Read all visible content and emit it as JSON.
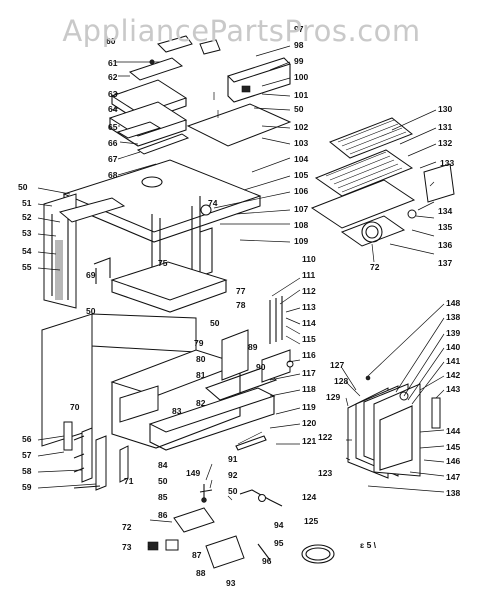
{
  "watermark": "AppliancePartsPros.com",
  "diagram_code": "ɛ 5 \\",
  "callouts": [
    {
      "id": "c60",
      "text": "60"
    },
    {
      "id": "c61",
      "text": "61"
    },
    {
      "id": "c62",
      "text": "62"
    },
    {
      "id": "c63",
      "text": "63"
    },
    {
      "id": "c64",
      "text": "64"
    },
    {
      "id": "c65",
      "text": "65"
    },
    {
      "id": "c66",
      "text": "66"
    },
    {
      "id": "c67",
      "text": "67"
    },
    {
      "id": "c68",
      "text": "68"
    },
    {
      "id": "c97",
      "text": "97"
    },
    {
      "id": "c98",
      "text": "98"
    },
    {
      "id": "c99",
      "text": "99"
    },
    {
      "id": "c100",
      "text": "100"
    },
    {
      "id": "c101",
      "text": "101"
    },
    {
      "id": "c50a",
      "text": "50"
    },
    {
      "id": "c102",
      "text": "102"
    },
    {
      "id": "c103",
      "text": "103"
    },
    {
      "id": "c104",
      "text": "104"
    },
    {
      "id": "c105",
      "text": "105"
    },
    {
      "id": "c106",
      "text": "106"
    },
    {
      "id": "c107",
      "text": "107"
    },
    {
      "id": "c108",
      "text": "108"
    },
    {
      "id": "c109",
      "text": "109"
    },
    {
      "id": "c110",
      "text": "110"
    },
    {
      "id": "c111",
      "text": "111"
    },
    {
      "id": "c112",
      "text": "112"
    },
    {
      "id": "c113",
      "text": "113"
    },
    {
      "id": "c114",
      "text": "114"
    },
    {
      "id": "c115",
      "text": "115"
    },
    {
      "id": "c116",
      "text": "116"
    },
    {
      "id": "c117",
      "text": "117"
    },
    {
      "id": "c118",
      "text": "118"
    },
    {
      "id": "c119",
      "text": "119"
    },
    {
      "id": "c120",
      "text": "120"
    },
    {
      "id": "c121",
      "text": "121"
    },
    {
      "id": "c124",
      "text": "124"
    },
    {
      "id": "c125",
      "text": "125"
    },
    {
      "id": "c130",
      "text": "130"
    },
    {
      "id": "c131",
      "text": "131"
    },
    {
      "id": "c132",
      "text": "132"
    },
    {
      "id": "c133",
      "text": "133"
    },
    {
      "id": "c134",
      "text": "134"
    },
    {
      "id": "c135",
      "text": "135"
    },
    {
      "id": "c136",
      "text": "136"
    },
    {
      "id": "c137",
      "text": "137"
    },
    {
      "id": "c72a",
      "text": "72"
    },
    {
      "id": "c50b",
      "text": "50"
    },
    {
      "id": "c51",
      "text": "51"
    },
    {
      "id": "c52",
      "text": "52"
    },
    {
      "id": "c53",
      "text": "53"
    },
    {
      "id": "c54",
      "text": "54"
    },
    {
      "id": "c55",
      "text": "55"
    },
    {
      "id": "c69",
      "text": "69"
    },
    {
      "id": "c74",
      "text": "74"
    },
    {
      "id": "c75",
      "text": "75"
    },
    {
      "id": "c50c",
      "text": "50"
    },
    {
      "id": "c77",
      "text": "77"
    },
    {
      "id": "c78",
      "text": "78"
    },
    {
      "id": "c50d",
      "text": "50"
    },
    {
      "id": "c79",
      "text": "79"
    },
    {
      "id": "c80",
      "text": "80"
    },
    {
      "id": "c81",
      "text": "81"
    },
    {
      "id": "c82",
      "text": "82"
    },
    {
      "id": "c83",
      "text": "83"
    },
    {
      "id": "c89",
      "text": "89"
    },
    {
      "id": "c90",
      "text": "90"
    },
    {
      "id": "c70",
      "text": "70"
    },
    {
      "id": "c56",
      "text": "56"
    },
    {
      "id": "c57",
      "text": "57"
    },
    {
      "id": "c58",
      "text": "58"
    },
    {
      "id": "c59",
      "text": "59"
    },
    {
      "id": "c71",
      "text": "71"
    },
    {
      "id": "c84",
      "text": "84"
    },
    {
      "id": "c50e",
      "text": "50"
    },
    {
      "id": "c85",
      "text": "85"
    },
    {
      "id": "c149",
      "text": "149"
    },
    {
      "id": "c91",
      "text": "91"
    },
    {
      "id": "c92",
      "text": "92"
    },
    {
      "id": "c50f",
      "text": "50"
    },
    {
      "id": "c86",
      "text": "86"
    },
    {
      "id": "c72b",
      "text": "72"
    },
    {
      "id": "c73",
      "text": "73"
    },
    {
      "id": "c87",
      "text": "87"
    },
    {
      "id": "c88",
      "text": "88"
    },
    {
      "id": "c93",
      "text": "93"
    },
    {
      "id": "c94",
      "text": "94"
    },
    {
      "id": "c95",
      "text": "95"
    },
    {
      "id": "c96",
      "text": "96"
    },
    {
      "id": "c148",
      "text": "148"
    },
    {
      "id": "c138a",
      "text": "138"
    },
    {
      "id": "c139",
      "text": "139"
    },
    {
      "id": "c140",
      "text": "140"
    },
    {
      "id": "c141",
      "text": "141"
    },
    {
      "id": "c142",
      "text": "142"
    },
    {
      "id": "c143",
      "text": "143"
    },
    {
      "id": "c127",
      "text": "127"
    },
    {
      "id": "c128",
      "text": "128"
    },
    {
      "id": "c129",
      "text": "129"
    },
    {
      "id": "c144",
      "text": "144"
    },
    {
      "id": "c145",
      "text": "145"
    },
    {
      "id": "c146",
      "text": "146"
    },
    {
      "id": "c147",
      "text": "147"
    },
    {
      "id": "c122",
      "text": "122"
    },
    {
      "id": "c123",
      "text": "123"
    },
    {
      "id": "c138b",
      "text": "138"
    }
  ]
}
